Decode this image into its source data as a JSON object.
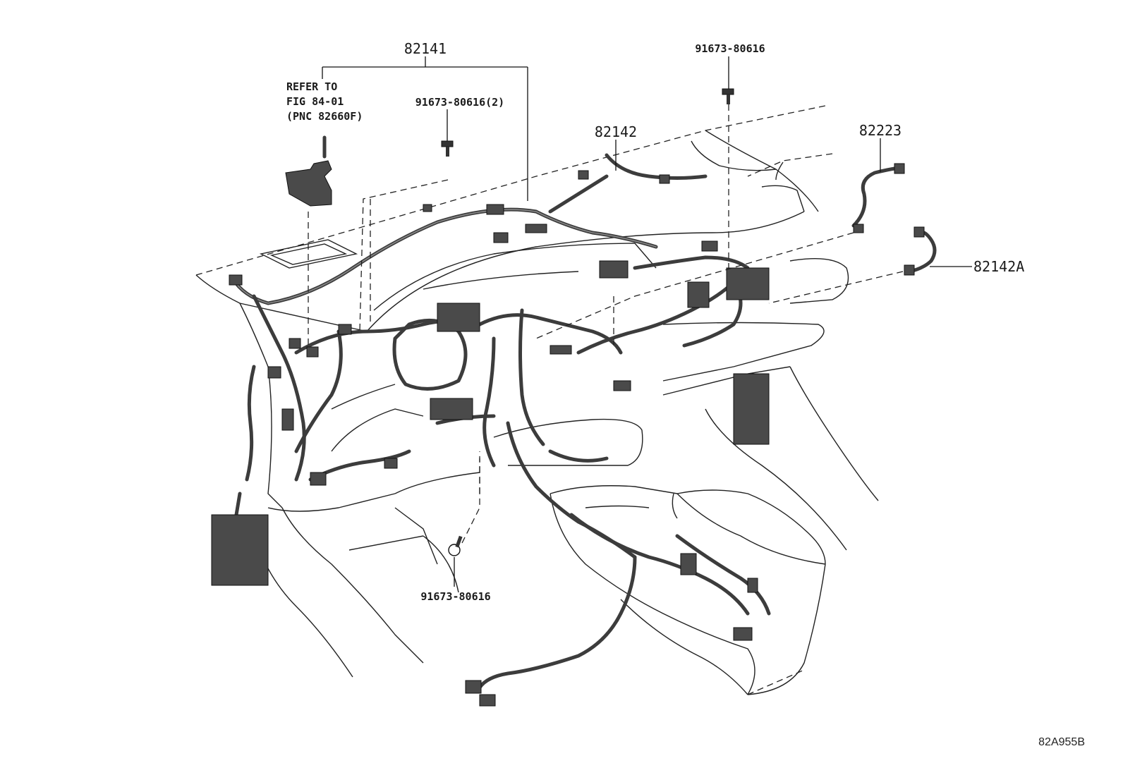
{
  "callouts": {
    "p82141": "82141",
    "refer_line1": "REFER TO",
    "refer_line2": "FIG 84-01",
    "refer_line3": "(PNC 82660F)",
    "bolt_top_left": "91673-80616(2)",
    "p82142": "82142",
    "bolt_top_right": "91673-80616",
    "p82223": "82223",
    "p82142a": "82142A",
    "bolt_bottom": "91673-80616"
  },
  "figure_id": "82A955B",
  "colors": {
    "line": "#222222",
    "harness": "#3c3c3c",
    "connector": "#4a4a4a"
  },
  "icons": [
    "bolt-icon",
    "connector-icon"
  ]
}
